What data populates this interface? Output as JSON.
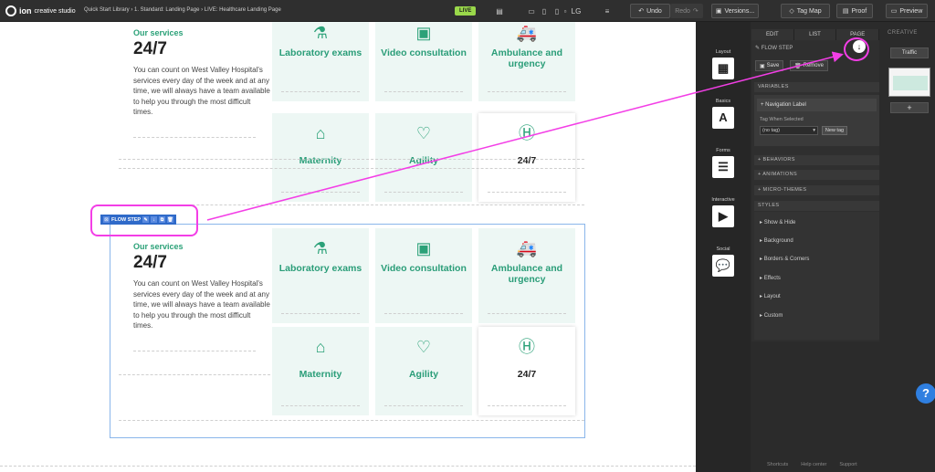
{
  "topbar": {
    "logo_text": "ion",
    "brand": "creative studio",
    "breadcrumb": "Quick Start Library  ›  1. Standard: Landing Page  ›  LIVE: Healthcare Landing Page",
    "live_badge": "LIVE",
    "device_label": "LG",
    "undo": "Undo",
    "redo": "Redo",
    "versions": "Versions...",
    "tag_map": "Tag Map",
    "proof": "Proof",
    "preview": "Preview"
  },
  "canvas": {
    "section_a": {
      "kicker": "Our services",
      "big": "24/7",
      "desc": "You can count on West Valley Hospital's services every day of the week and at any time, we will always have a team available to help you through the most difficult times.",
      "tiles": [
        {
          "icon": "test-tube-icon",
          "label": "Laboratory exams"
        },
        {
          "icon": "video-doctor-icon",
          "label": "Video consultation"
        },
        {
          "icon": "ambulance-icon",
          "label": "Ambulance and urgency"
        },
        {
          "icon": "hospital-icon",
          "label": "Maternity"
        },
        {
          "icon": "heart-hands-icon",
          "label": "Agility"
        },
        {
          "icon": "h-sign-icon",
          "label": "24/7"
        }
      ]
    },
    "section_b": {
      "kicker": "Our services",
      "big": "24/7",
      "desc": "You can count on West Valley Hospital's services every day of the week and at any time, we will always have a team available to help you through the most difficult times.",
      "tiles": [
        {
          "icon": "test-tube-icon",
          "label": "Laboratory exams"
        },
        {
          "icon": "video-doctor-icon",
          "label": "Video consultation"
        },
        {
          "icon": "ambulance-icon",
          "label": "Ambulance and urgency"
        },
        {
          "icon": "hospital-icon",
          "label": "Maternity"
        },
        {
          "icon": "heart-hands-icon",
          "label": "Agility"
        },
        {
          "icon": "h-sign-icon",
          "label": "24/7"
        }
      ]
    },
    "flow_step_bar": {
      "label": "FLOW STEP"
    }
  },
  "right_panel": {
    "rail": [
      {
        "label": "Layout",
        "icon": "layout-icon"
      },
      {
        "label": "Basics",
        "icon": "text-icon"
      },
      {
        "label": "Forms",
        "icon": "form-icon"
      },
      {
        "label": "Interactive",
        "icon": "video-icon"
      },
      {
        "label": "Social",
        "icon": "chat-icon"
      }
    ],
    "tabs": [
      "EDIT",
      "LIST",
      "PAGE"
    ],
    "creative": "CREATIVE",
    "flow_title": "FLOW STEP",
    "save": "Save",
    "remove": "Remove",
    "variables_head": "VARIABLES",
    "nav_label": "+ Navigation Label",
    "tag_when_selected": "Tag When Selected",
    "tag_value": "(no tag)",
    "new_tag": "New tag",
    "behaviors": "+ BEHAVIORS",
    "animations": "+ ANIMATIONS",
    "micro_themes": "+ MICRO-THEMES",
    "styles_head": "STYLES",
    "styles": [
      "Show & Hide",
      "Background",
      "Borders & Corners",
      "Effects",
      "Layout",
      "Custom"
    ],
    "traffic": "Traffic",
    "plus": "+",
    "footer": [
      "Shortcuts",
      "Help center",
      "Support"
    ],
    "help": "?",
    "accent": "#f33ee6"
  }
}
